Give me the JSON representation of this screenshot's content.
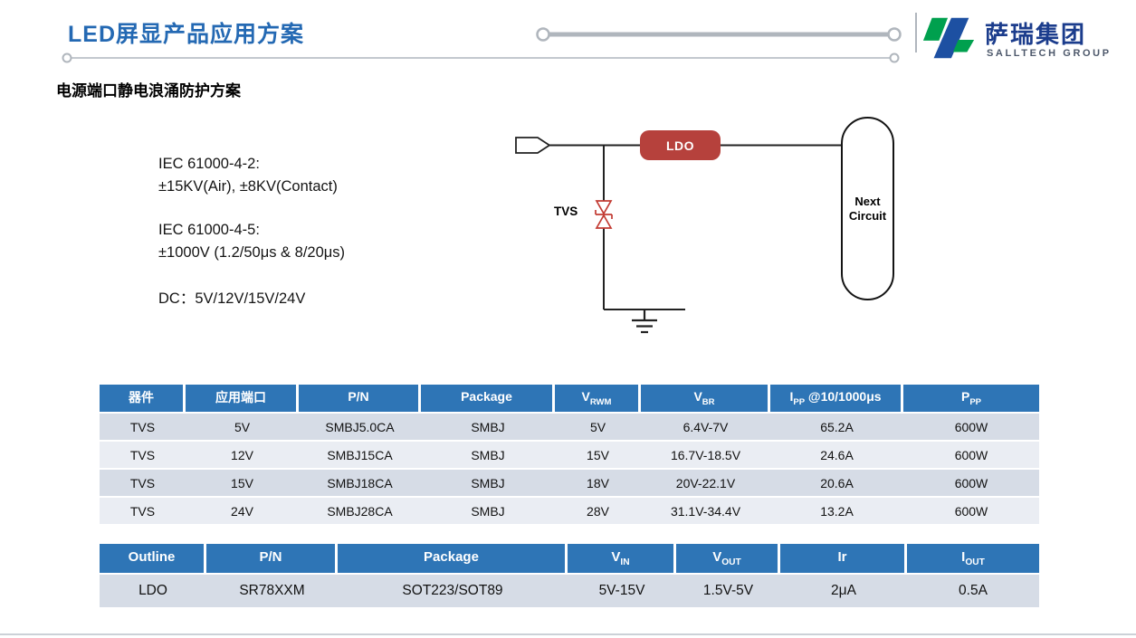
{
  "page": {
    "title": "LED屏显产品应用方案",
    "subtitle": "电源端口静电浪涌防护方案"
  },
  "logo": {
    "company": "萨瑞集团",
    "group": "SALLTECH GROUP"
  },
  "specs": {
    "esd_title": "IEC 61000-4-2:",
    "esd_value": "±15KV(Air), ±8KV(Contact)",
    "surge_title": "IEC 61000-4-5:",
    "surge_value": "±1000V (1.2/50μs & 8/20μs)",
    "dc_line": "DC：5V/12V/15V/24V"
  },
  "circuit": {
    "tvs_label": "TVS",
    "ldo_label": "LDO",
    "next_line1": "Next",
    "next_line2": "Circuit"
  },
  "tvs_table": {
    "headers": [
      {
        "main": "器件"
      },
      {
        "main": "应用端口"
      },
      {
        "main": "P/N"
      },
      {
        "main": "Package"
      },
      {
        "main": "V",
        "sub": "RWM"
      },
      {
        "main": "V",
        "sub": "BR"
      },
      {
        "main": "I",
        "sub": "PP",
        "tail": " @10/1000μs"
      },
      {
        "main": "P",
        "sub": "PP"
      }
    ],
    "rows": [
      [
        "TVS",
        "5V",
        "SMBJ5.0CA",
        "SMBJ",
        "5V",
        "6.4V-7V",
        "65.2A",
        "600W"
      ],
      [
        "TVS",
        "12V",
        "SMBJ15CA",
        "SMBJ",
        "15V",
        "16.7V-18.5V",
        "24.6A",
        "600W"
      ],
      [
        "TVS",
        "15V",
        "SMBJ18CA",
        "SMBJ",
        "18V",
        "20V-22.1V",
        "20.6A",
        "600W"
      ],
      [
        "TVS",
        "24V",
        "SMBJ28CA",
        "SMBJ",
        "28V",
        "31.1V-34.4V",
        "13.2A",
        "600W"
      ]
    ]
  },
  "ldo_table": {
    "headers": [
      {
        "main": "Outline"
      },
      {
        "main": "P/N"
      },
      {
        "main": "Package"
      },
      {
        "main": "V",
        "sub": "IN"
      },
      {
        "main": "V",
        "sub": "OUT"
      },
      {
        "main": "Ir"
      },
      {
        "main": "I",
        "sub": "OUT"
      }
    ],
    "rows": [
      [
        "LDO",
        "SR78XXM",
        "SOT223/SOT89",
        "5V-15V",
        "1.5V-5V",
        "2μA",
        "0.5A"
      ]
    ]
  },
  "colors": {
    "title_blue": "#2469b3",
    "table_header_blue": "#2e75b6",
    "ldo_red": "#b6413c",
    "row_dark": "#d6dce6",
    "row_light": "#eaedf3",
    "logo_green": "#00a04e",
    "logo_blue": "#1d50a2"
  }
}
